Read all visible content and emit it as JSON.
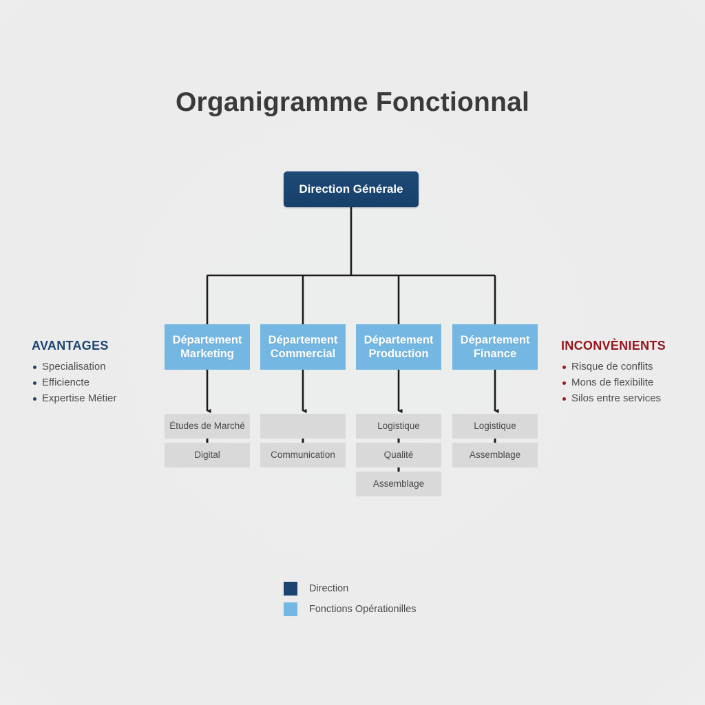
{
  "title": "Organigramme Fonctionnal",
  "colors": {
    "direction": "#1d4470",
    "operational": "#74b7e2",
    "sub_node": "#d9d9d9",
    "avantages_heading": "#1d4470",
    "inconvenients_heading": "#96161c",
    "background": "#ececed",
    "connector": "#1a1a1a"
  },
  "org": {
    "root": {
      "label": "Direction Générale"
    },
    "departments": [
      {
        "label": "Département Marketing",
        "children": [
          {
            "label": "Études de Marché"
          },
          {
            "label": "Digital"
          }
        ]
      },
      {
        "label": "Département Commercial",
        "children": [
          {
            "label": ""
          },
          {
            "label": "Communication"
          }
        ]
      },
      {
        "label": "Département Production",
        "children": [
          {
            "label": "Logistique"
          },
          {
            "label": "Qualité"
          },
          {
            "label": "Assemblage"
          }
        ]
      },
      {
        "label": "Département Finance",
        "children": [
          {
            "label": "Logistique"
          },
          {
            "label": "Assemblage"
          }
        ]
      }
    ]
  },
  "avantages": {
    "heading": "AVANTAGES",
    "items": [
      "Specialisation",
      "Efficiencte",
      "Expertise Métier"
    ]
  },
  "inconvenients": {
    "heading": "INCONVÈNIENTS",
    "items": [
      "Risque de conflits",
      "Mons de flexibilite",
      "Silos entre services"
    ]
  },
  "legend": {
    "items": [
      {
        "label": "Direction",
        "color": "#1d4470"
      },
      {
        "label": "Fonctions Opérationilles",
        "color": "#74b7e2"
      }
    ]
  }
}
